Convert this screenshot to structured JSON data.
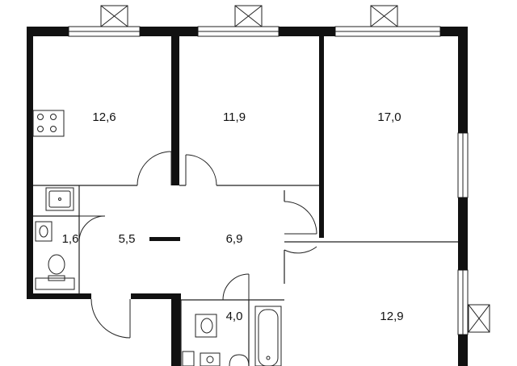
{
  "rooms": [
    {
      "id": "kitchen",
      "area": "12,6"
    },
    {
      "id": "bedroom-1",
      "area": "11,9"
    },
    {
      "id": "bedroom-2",
      "area": "17,0"
    },
    {
      "id": "toilet",
      "area": "1,6"
    },
    {
      "id": "hall",
      "area": "5,5"
    },
    {
      "id": "corridor",
      "area": "6,9"
    },
    {
      "id": "bathroom",
      "area": "4,0"
    },
    {
      "id": "bedroom-3",
      "area": "12,9"
    }
  ],
  "colors": {
    "wall": "#111111",
    "line": "#222222",
    "background": "#ffffff"
  }
}
